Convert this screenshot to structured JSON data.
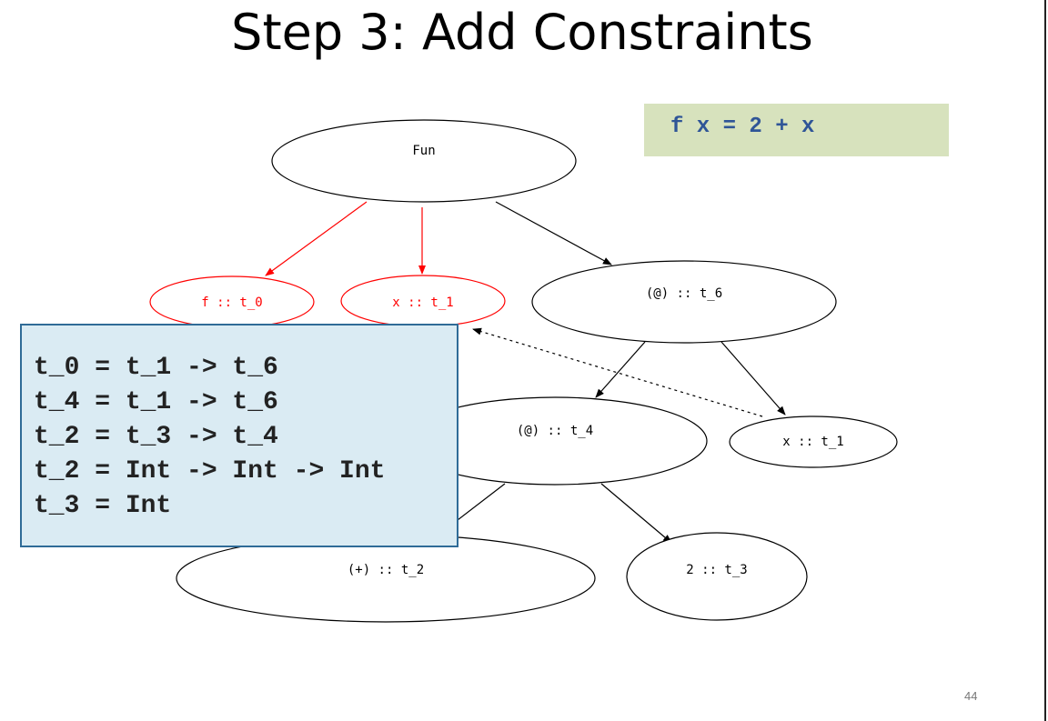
{
  "title": "Step 3: Add Constraints",
  "code": "f x = 2 + x",
  "nodes": {
    "fun": "Fun",
    "f": "f :: t_0",
    "x1": "x :: t_1",
    "app6": "(@) :: t_6",
    "app4": "(@) :: t_4",
    "x2": "x :: t_1",
    "plus": "(+) :: t_2",
    "two": "2 :: t_3"
  },
  "constraints": [
    "t_0 = t_1 -> t_6",
    "t_4 = t_1 -> t_6",
    "t_2 = t_3 -> t_4",
    "t_2 = Int -> Int -> Int",
    "t_3 = Int"
  ],
  "page_number": "44",
  "colors": {
    "highlight": "#ff0000",
    "code_bg": "#d7e2bd",
    "code_text": "#2f5597",
    "constraints_bg": "#daebf3",
    "constraints_border": "#2f6b97"
  }
}
